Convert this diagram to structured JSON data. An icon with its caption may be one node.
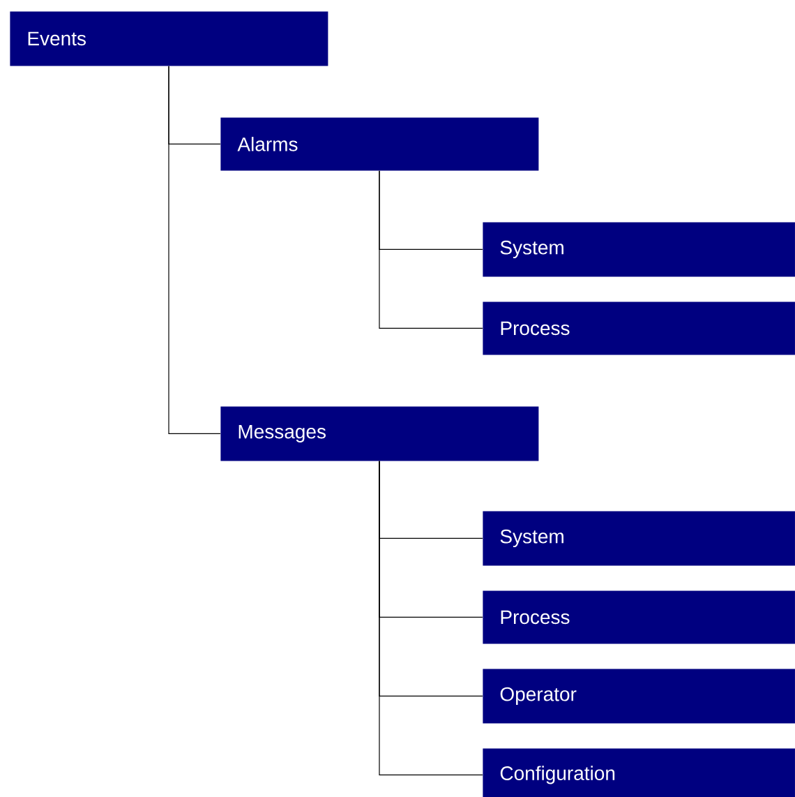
{
  "diagram": {
    "nodes": [
      {
        "text": [
          "Events"
        ]
      },
      {
        "text": [
          "Alarms"
        ]
      },
      {
        "text": [
          "System"
        ]
      },
      {
        "text": [
          "Process"
        ]
      },
      {
        "text": [
          "Messages"
        ]
      },
      {
        "text": [
          "System"
        ]
      },
      {
        "text": [
          "Process"
        ]
      },
      {
        "text": [
          "Operator"
        ]
      },
      {
        "text": [
          "Configuration"
        ]
      }
    ],
    "edges": [
      {
        "from": 0,
        "to": 1,
        "arrow": "none"
      },
      {
        "from": 1,
        "to": 2,
        "arrow": "none"
      },
      {
        "from": 1,
        "to": 3,
        "arrow": "none"
      },
      {
        "from": 0,
        "to": 4,
        "arrow": "none"
      },
      {
        "from": 4,
        "to": 5,
        "arrow": "none"
      },
      {
        "from": 4,
        "to": 6,
        "arrow": "none"
      },
      {
        "from": 4,
        "to": 7,
        "arrow": "none"
      },
      {
        "from": 4,
        "to": 8,
        "arrow": "none"
      }
    ]
  }
}
